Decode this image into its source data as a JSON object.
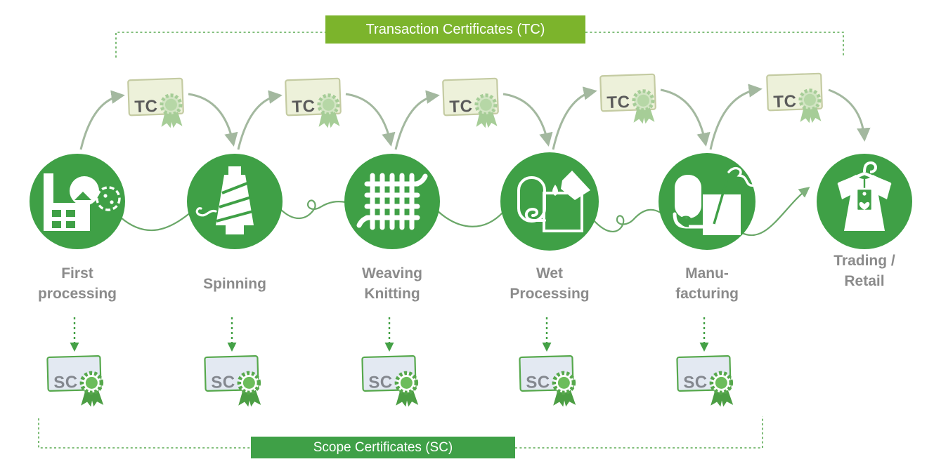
{
  "title_banners": {
    "transaction": "Transaction Certificates (TC)",
    "scope": "Scope Certificates (SC)"
  },
  "certificates": {
    "transaction_abbr": "TC",
    "scope_abbr": "SC",
    "transaction_count": 5,
    "scope_count": 5
  },
  "stages": [
    {
      "label": "First\nprocessing",
      "icon": "factory-cotton-icon"
    },
    {
      "label": "Spinning",
      "icon": "yarn-cone-icon"
    },
    {
      "label": "Weaving\nKnitting",
      "icon": "woven-fabric-icon"
    },
    {
      "label": "Wet\nProcessing",
      "icon": "fabric-roll-flask-icon"
    },
    {
      "label": "Manu-\nfacturing",
      "icon": "fabric-roll-needle-icon"
    },
    {
      "label": "Trading /\nRetail",
      "icon": "shirt-hanger-tag-icon"
    }
  ],
  "colors": {
    "stage_circle": "#3fa046",
    "tc_banner": "#7cb42c",
    "sc_banner": "#3fa047",
    "tc_certificate_fill": "#edf1da",
    "sc_certificate_fill": "#e3e9f2",
    "label_text": "#8b8b8b",
    "arrow_gray_green": "#a3b89f",
    "thread_green": "#6aa768",
    "dashed_green": "#55a84f"
  }
}
